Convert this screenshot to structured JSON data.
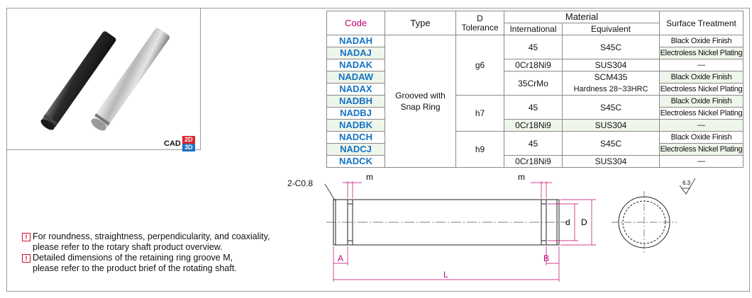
{
  "cad": {
    "label": "CAD",
    "badge_2d": "2D",
    "badge_3d": "3D"
  },
  "table": {
    "headers": {
      "code": "Code",
      "type": "Type",
      "d_tol_1": "D",
      "d_tol_2": "Tolerance",
      "material": "Material",
      "international": "International",
      "equivalent": "Equivalent",
      "surface": "Surface Treatment"
    },
    "type_value": "Grooved with Snap Ring",
    "type_line1": "Grooved with",
    "type_line2": "Snap Ring",
    "rows": [
      {
        "code": "NADAH",
        "surface": "Black Oxide Finish"
      },
      {
        "code": "NADAJ",
        "surface": "Electroless Nickel Plating"
      },
      {
        "code": "NADAK",
        "surface": "—"
      },
      {
        "code": "NADAW",
        "surface": "Black Oxide Finish"
      },
      {
        "code": "NADAX",
        "surface": "Electroless Nickel Plating"
      },
      {
        "code": "NADBH",
        "surface": "Black Oxide Finish"
      },
      {
        "code": "NADBJ",
        "surface": "Electroless Nickel Plating"
      },
      {
        "code": "NADBK",
        "surface": "—"
      },
      {
        "code": "NADCH",
        "surface": "Black Oxide Finish"
      },
      {
        "code": "NADCJ",
        "surface": "Electroless Nickel Plating"
      },
      {
        "code": "NADCK",
        "surface": "—"
      }
    ],
    "tol": {
      "g6": "g6",
      "h7": "h7",
      "h9": "h9"
    },
    "mat": {
      "m45": "45",
      "s45c": "S45C",
      "cr": "0Cr18Ni9",
      "sus": "SUS304",
      "crmo": "35CrMo",
      "scm": "SCM435",
      "hard": "Hardness 28~33HRC"
    }
  },
  "drawing": {
    "chamfer": "2-C0.8",
    "m": "m",
    "d_small": "d",
    "d_big": "D",
    "a": "A",
    "b": "B",
    "l": "L",
    "roughness": "6.3"
  },
  "notes": [
    {
      "icon": "!",
      "line1": "For roundness, straightness, perpendicularity, and coaxiality,",
      "line2": "please refer to the rotary shaft product overview."
    },
    {
      "icon": "!",
      "line1": "Detailed dimensions of the retaining ring groove M,",
      "line2": "please refer to the product brief of the rotating shaft."
    }
  ]
}
